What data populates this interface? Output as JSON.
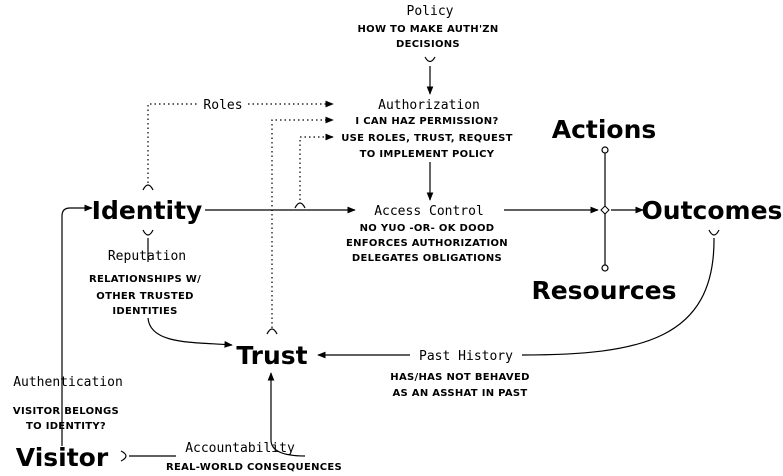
{
  "nodes": {
    "policy": {
      "label": "Policy",
      "notes": [
        "HOW TO MAKE AUTH'ZN",
        "DECISIONS"
      ]
    },
    "authorization": {
      "label": "Authorization",
      "notes": [
        "I CAN HAZ PERMISSION?",
        "USE ROLES, TRUST, REQUEST",
        "TO IMPLEMENT POLICY"
      ]
    },
    "actions": {
      "label": "Actions"
    },
    "identity": {
      "label": "Identity"
    },
    "access_control": {
      "label": "Access Control",
      "notes": [
        "NO YUO -OR- OK DOOD",
        "ENFORCES AUTHORIZATION",
        "DELEGATES OBLIGATIONS"
      ]
    },
    "outcomes": {
      "label": "Outcomes"
    },
    "resources": {
      "label": "Resources"
    },
    "trust": {
      "label": "Trust"
    },
    "visitor": {
      "label": "Visitor"
    }
  },
  "edges": {
    "roles": {
      "label": "Roles"
    },
    "reputation": {
      "label": "Reputation",
      "notes": [
        "RELATIONSHIPS W/",
        "OTHER TRUSTED",
        "IDENTITIES"
      ]
    },
    "past_history": {
      "label": "Past History",
      "notes": [
        "HAS/HAS NOT BEHAVED",
        "AS AN ASSHAT IN PAST"
      ]
    },
    "authentication": {
      "label": "Authentication",
      "notes": [
        "VISITOR BELONGS",
        "TO IDENTITY?"
      ]
    },
    "accountability": {
      "label": "Accountability",
      "notes": [
        "REAL-WORLD CONSEQUENCES"
      ]
    }
  }
}
